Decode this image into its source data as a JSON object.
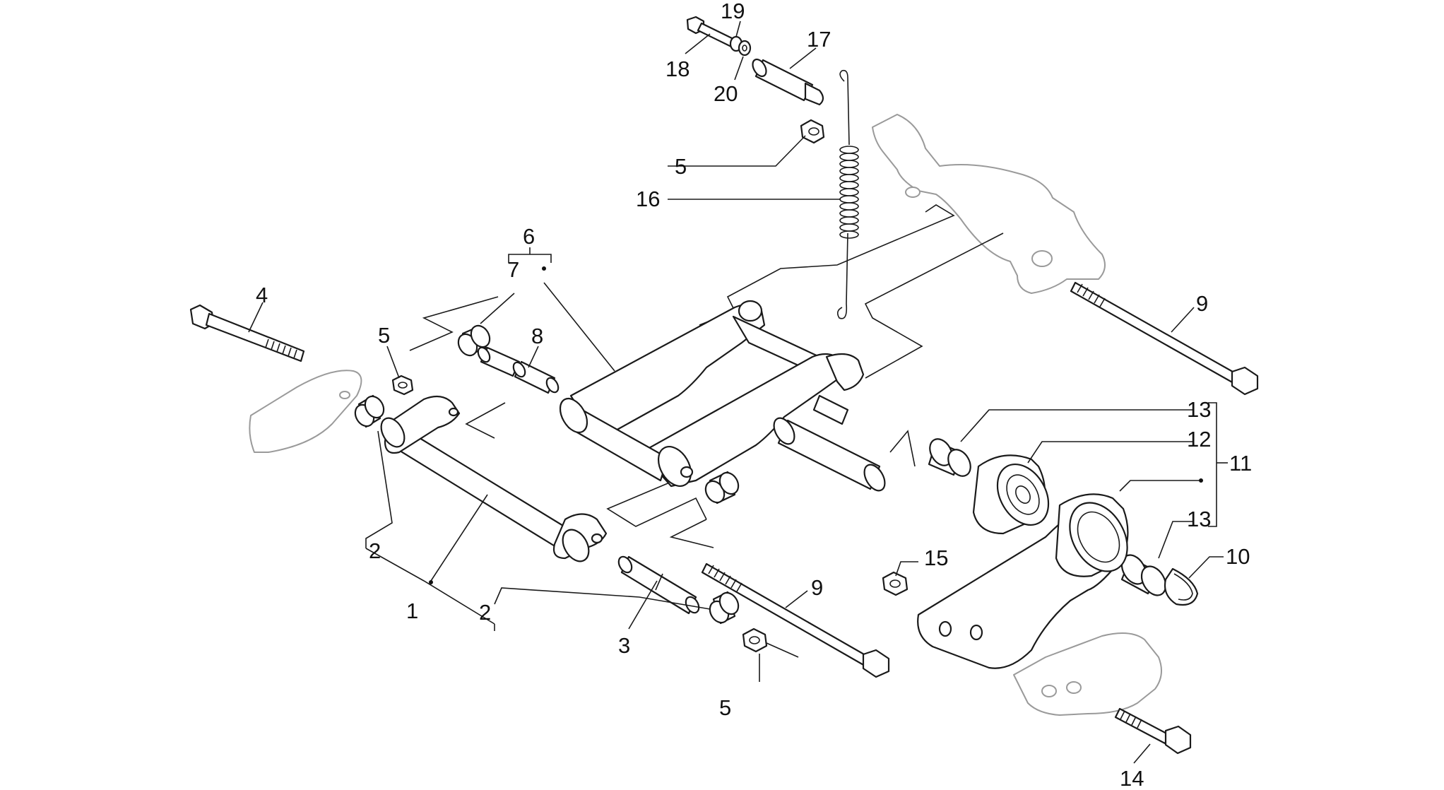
{
  "diagram": {
    "labels": [
      {
        "id": "1",
        "text": "1"
      },
      {
        "id": "2a",
        "text": "2"
      },
      {
        "id": "2b",
        "text": "2"
      },
      {
        "id": "3",
        "text": "3"
      },
      {
        "id": "4",
        "text": "4"
      },
      {
        "id": "5a",
        "text": "5"
      },
      {
        "id": "5b",
        "text": "5"
      },
      {
        "id": "5c",
        "text": "5"
      },
      {
        "id": "6",
        "text": "6"
      },
      {
        "id": "7",
        "text": "7"
      },
      {
        "id": "8",
        "text": "8"
      },
      {
        "id": "9a",
        "text": "9"
      },
      {
        "id": "9b",
        "text": "9"
      },
      {
        "id": "10",
        "text": "10"
      },
      {
        "id": "11",
        "text": "11"
      },
      {
        "id": "12",
        "text": "12"
      },
      {
        "id": "13a",
        "text": "13"
      },
      {
        "id": "13b",
        "text": "13"
      },
      {
        "id": "14",
        "text": "14"
      },
      {
        "id": "15",
        "text": "15"
      },
      {
        "id": "16",
        "text": "16"
      },
      {
        "id": "17",
        "text": "17"
      },
      {
        "id": "18",
        "text": "18"
      },
      {
        "id": "19",
        "text": "19"
      },
      {
        "id": "20",
        "text": "20"
      }
    ],
    "colors": {
      "line": "#1a1a1a",
      "ghost_line": "#9a9a9a",
      "background": "#ffffff"
    }
  }
}
